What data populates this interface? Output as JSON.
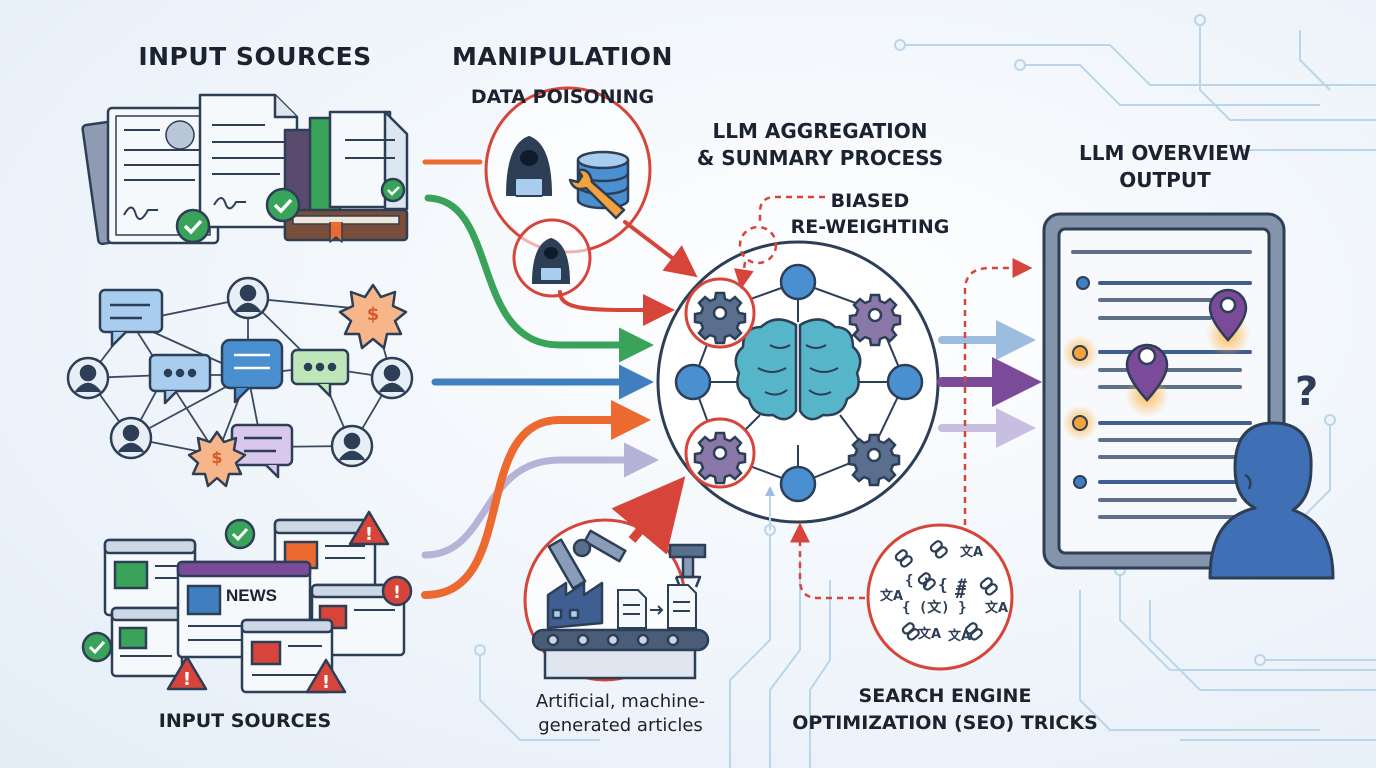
{
  "labels": {
    "input_sources_top": "INPUT SOURCES",
    "manipulation": "MANIPULATION",
    "data_poisoning": "DATA POISONING",
    "llm_process": "LLM AGGREGATION\n& SUNMARY PROCESS",
    "biased_reweighting": "BIASED\nRE-WEIGHTING",
    "llm_output": "LLM OVERVIEW\nOUTPUT",
    "input_sources_bottom": "INPUT SOURCES",
    "artificial_articles": "Artificial, machine-\ngenerated articles",
    "seo_tricks": "SEARCH ENGINE\nOPTIMIZATION (SEO) TRICKS",
    "news_tag": "NEWS"
  },
  "colors": {
    "red": "#d7443a",
    "green": "#3aa35a",
    "blue": "#3f7fc0",
    "orange": "#ec6a30",
    "purple": "#7b4b9a",
    "navy": "#2d3e57",
    "circuit": "#b9d6ea"
  },
  "icons": [
    "document-icon",
    "book-icon",
    "checkmark-icon",
    "hacker-icon",
    "database-icon",
    "wrench-icon",
    "chat-bubble-icon",
    "person-icon",
    "dollar-burst-icon",
    "browser-window-icon",
    "warning-icon",
    "alert-icon",
    "brain-icon",
    "gear-icon",
    "robot-arm-icon",
    "conveyor-icon",
    "factory-icon",
    "chain-link-icon",
    "translate-icon",
    "hashtag-icon",
    "tablet-icon",
    "map-pin-icon",
    "question-mark-icon",
    "user-icon"
  ]
}
